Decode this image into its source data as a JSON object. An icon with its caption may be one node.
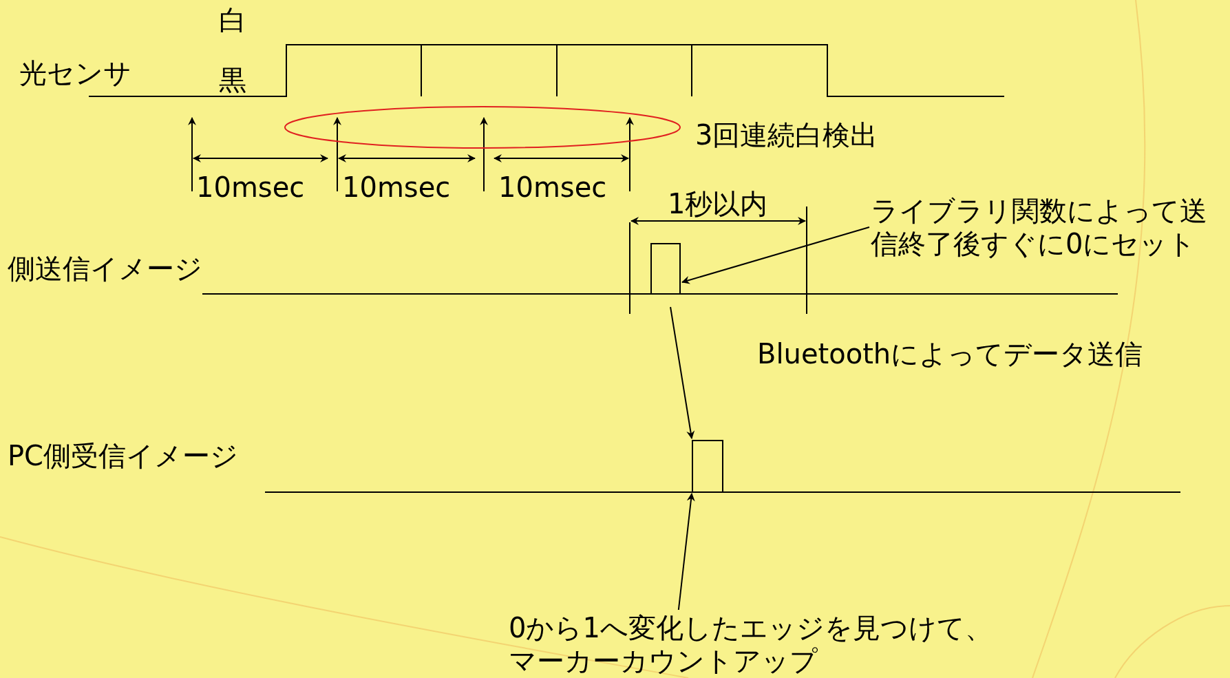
{
  "diagram": {
    "nodes": [
      {
        "text": [
          "ライブラリ関数によって送信終了後すぐに0にセット"
        ]
      },
      {
        "text": [],
        "shape": "bar"
      },
      {
        "text": [],
        "shape": "bar"
      },
      {
        "text": [
          "0から1へ変化したエッジを見つけて、マーカーカウントアップ"
        ]
      }
    ],
    "edges": [
      {
        "from": 0,
        "to": 1,
        "arrow": "to"
      },
      {
        "from": 1,
        "to": 2,
        "arrow": "to"
      },
      {
        "from": 3,
        "to": 2,
        "arrow": "to"
      }
    ],
    "labels": [
      "白",
      "黒",
      "光センサ",
      "10msec",
      "10msec",
      "10msec",
      "3回連続白検出",
      "1秒以内",
      "側送信イメージ",
      "Bluetoothによってデータ送信",
      "PC側受信イメージ"
    ]
  }
}
